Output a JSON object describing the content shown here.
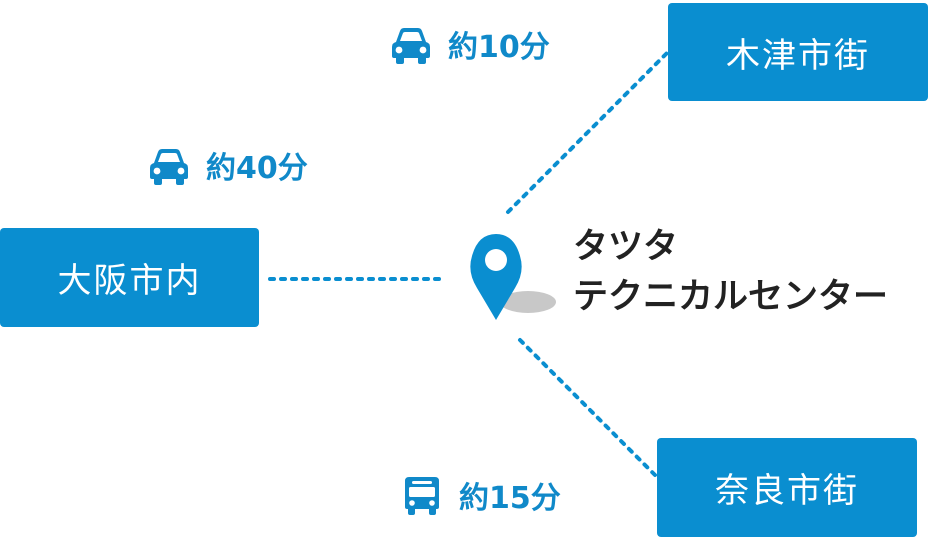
{
  "center": {
    "line1": "タツタ",
    "line2": "テクニカルセンター"
  },
  "destinations": {
    "kizu": {
      "name": "木津市街",
      "time": "約10分",
      "transport_icon": "car-icon"
    },
    "osaka": {
      "name": "大阪市内",
      "time": "約40分",
      "transport_icon": "car-icon"
    },
    "nara": {
      "name": "奈良市街",
      "time": "約15分",
      "transport_icon": "bus-icon"
    }
  },
  "colors": {
    "accent": "#0a8ed0",
    "label_text": "#1089c9",
    "center_text": "#222222",
    "pin_shadow": "#c8c8c8",
    "box_text": "#ffffff"
  }
}
